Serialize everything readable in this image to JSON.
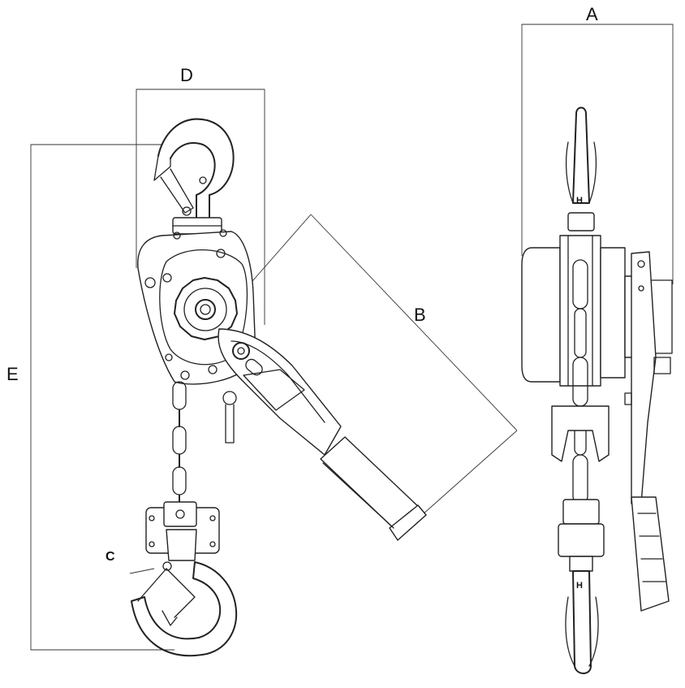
{
  "dimensions": {
    "A": "A",
    "B": "B",
    "C": "C",
    "D": "D",
    "E": "E"
  },
  "side_view": {
    "link_marks": [
      "H",
      "H"
    ]
  }
}
